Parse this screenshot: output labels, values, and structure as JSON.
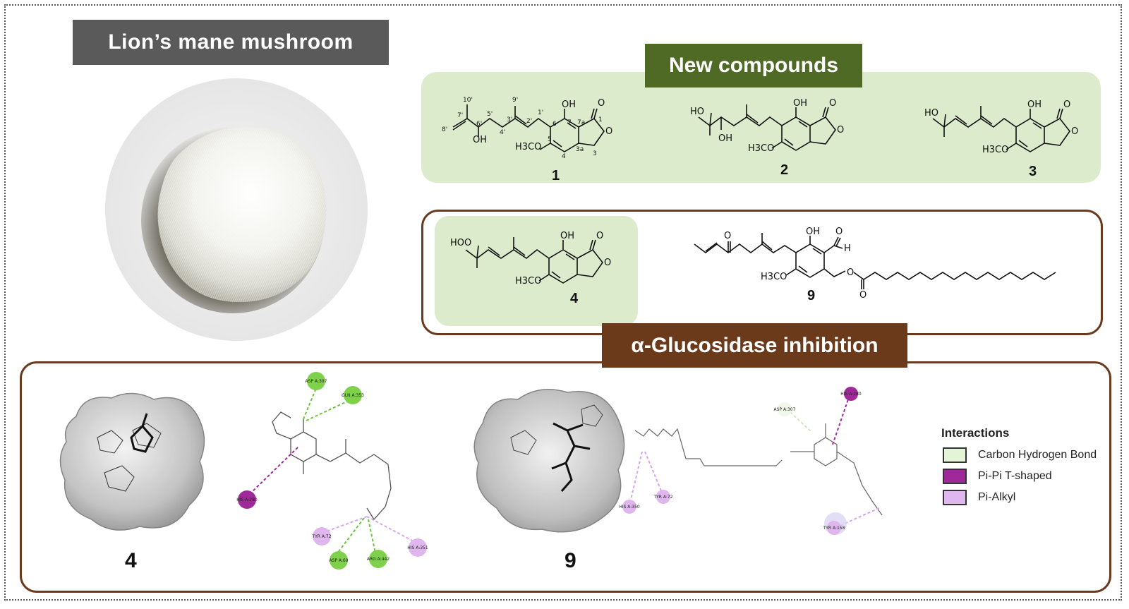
{
  "figure": {
    "mushroom_title": "Lion’s mane mushroom",
    "new_compounds_title": "New compounds",
    "alpha_title": "α-Glucosidase inhibition"
  },
  "compounds": {
    "c1": {
      "number": "1",
      "atom_labels": [
        "10'",
        "7'",
        "6'",
        "5'",
        "4'",
        "3'",
        "2'",
        "1'",
        "9'",
        "8'",
        "OH",
        "OH",
        "6",
        "7",
        "7a",
        "1",
        "5",
        "4",
        "3a",
        "3",
        "H3CO",
        "O"
      ]
    },
    "c2": {
      "number": "2",
      "atom_labels": [
        "HO",
        "OH",
        "OH",
        "H3CO",
        "O"
      ]
    },
    "c3": {
      "number": "3",
      "atom_labels": [
        "HO",
        "OH",
        "H3CO",
        "O"
      ]
    },
    "c4": {
      "number": "4",
      "atom_labels": [
        "HOO",
        "OH",
        "H3CO",
        "O"
      ]
    },
    "c9": {
      "number": "9",
      "atom_labels": [
        "O",
        "OH",
        "O",
        "H",
        "H3CO",
        "O",
        "O"
      ]
    }
  },
  "docking": {
    "compound4_label": "4",
    "compound9_label": "9",
    "residues4": [
      "ASP A:307",
      "GLN A:353",
      "HIS A:280",
      "TYR A:72",
      "HIS A:351",
      "ASP A:69",
      "ARG A:442"
    ],
    "residues9": [
      "ASP A:307",
      "HIS A:280",
      "HIS A:350",
      "TYR A:72",
      "TYR A:158"
    ]
  },
  "legend": {
    "title": "Interactions",
    "items": [
      {
        "label": "Carbon Hydrogen Bond",
        "color": "#e3f5d6"
      },
      {
        "label": "Pi-Pi T-shaped",
        "color": "#a0299a"
      },
      {
        "label": "Pi-Alkyl",
        "color": "#e0b6ef"
      }
    ]
  },
  "colors": {
    "mushroom_banner": "#5a5a5a",
    "new_banner": "#4f6a24",
    "alpha_banner": "#6b3a1a",
    "green_panel": "#dcebcc",
    "hbond_green": "#7fd04a",
    "pipi_purple": "#a0299a",
    "pialkyl_lilac": "#e0b6ef"
  }
}
